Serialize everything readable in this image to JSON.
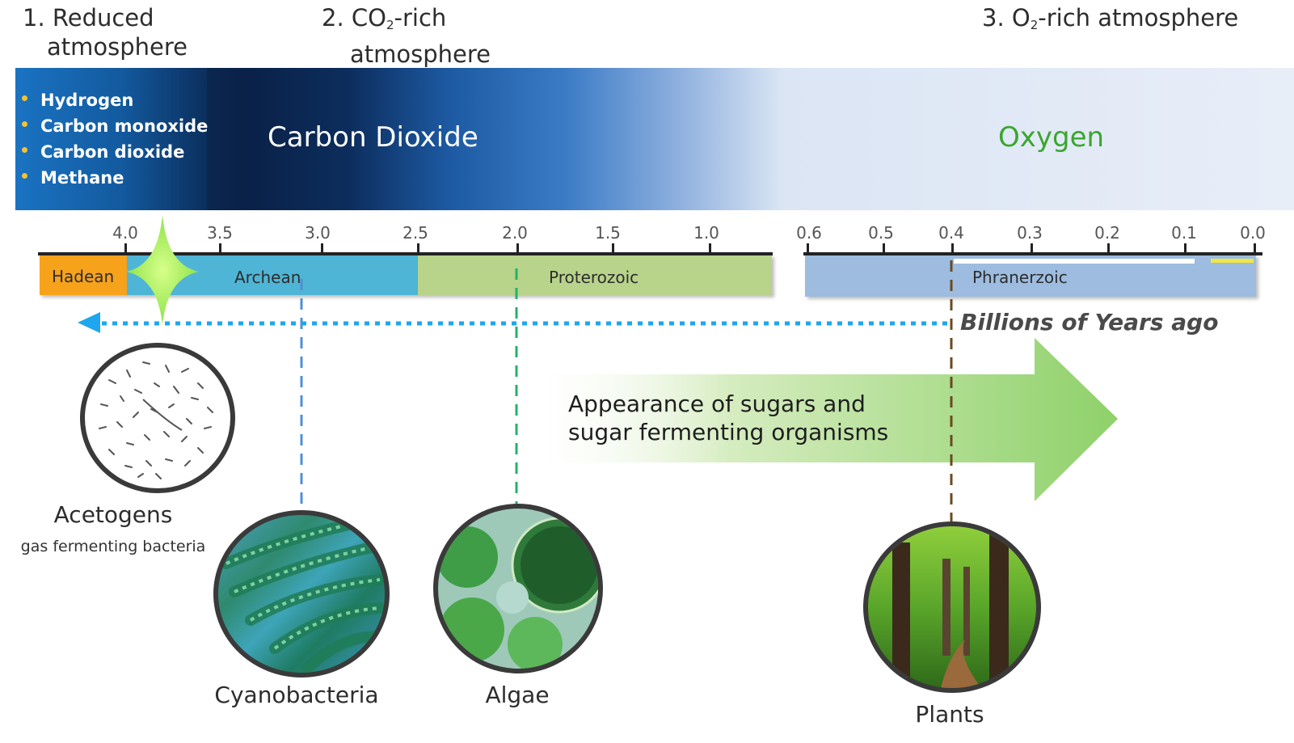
{
  "atmospheres": [
    {
      "num": "1.",
      "line1": "Reduced",
      "line2": "atmosphere"
    },
    {
      "num": "2.",
      "pre": "CO",
      "sub": "2",
      "post": "-rich",
      "line2": "atmosphere"
    },
    {
      "num": "3.",
      "pre": "O",
      "sub": "2",
      "post": "-rich atmosphere"
    }
  ],
  "band": {
    "gases": [
      "Hydrogen",
      "Carbon monoxide",
      "Carbon dioxide",
      "Methane"
    ],
    "co2_label": "Carbon Dioxide",
    "o2_label": "Oxygen",
    "colors": {
      "gas_bullet": "#f6c230",
      "oxygen_text": "#3aa62e",
      "co2_text": "#ffffff"
    }
  },
  "axis": {
    "left_ticks": [
      "4.0",
      "3.5",
      "3.0",
      "2.5",
      "2.0",
      "1.5",
      "1.0"
    ],
    "right_ticks": [
      "0.6",
      "0.5",
      "0.4",
      "0.3",
      "0.2",
      "0.1",
      "0.0"
    ],
    "label": "Billions of Years ago"
  },
  "eras": [
    {
      "name": "Hadean",
      "color": "#f7a21b"
    },
    {
      "name": "Archean",
      "color": "#4fb5d6"
    },
    {
      "name": "Proterozoic",
      "color": "#b8d38a"
    },
    {
      "name": "Phranerzoic",
      "color": "#9dbce0"
    }
  ],
  "arrow_text": {
    "line1": "Appearance of sugars and",
    "line2": "sugar fermenting organisms"
  },
  "organisms": {
    "acetogens": {
      "name": "Acetogens",
      "subtitle": "gas fermenting bacteria"
    },
    "cyanobacteria": {
      "name": "Cyanobacteria"
    },
    "algae": {
      "name": "Algae"
    },
    "plants": {
      "name": "Plants"
    }
  }
}
